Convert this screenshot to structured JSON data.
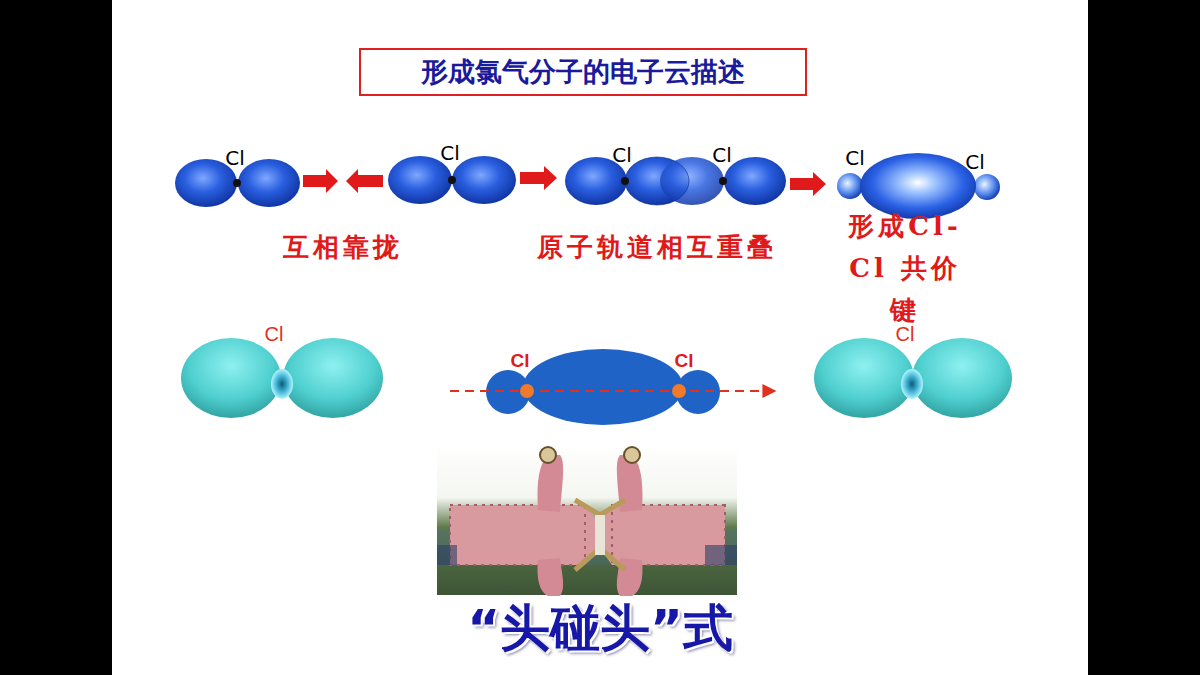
{
  "diagram": {
    "title": "形成氯气分子的电子云描述",
    "labels": [
      "Cl",
      "Cl",
      "Cl",
      "Cl",
      "Cl",
      "Cl",
      "互相靠拢",
      "原子轨道相互重叠",
      "形成Cl-Cl 共价键",
      "Cl",
      "Cl",
      "Cl",
      "Cl",
      "“头碰头”式"
    ]
  }
}
